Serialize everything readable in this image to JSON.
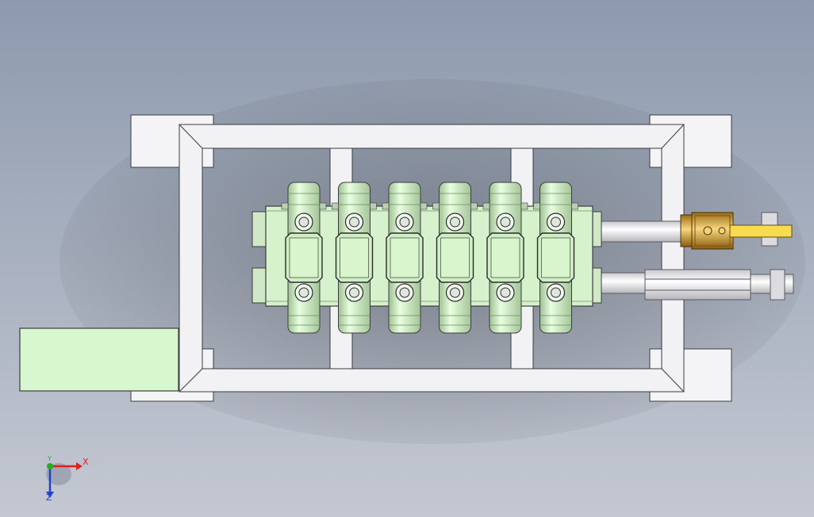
{
  "viewport": {
    "background_top": "#8d9aae",
    "background_bottom": "#c4c8d2"
  },
  "colors": {
    "frame": "#f2f2f4",
    "frame_edge": "#3c3c40",
    "valve_green": "#d6f2cc",
    "valve_green_shade": "#a8c89c",
    "pad_green": "#d7f7cf",
    "brass": "#c8962e",
    "brass_light": "#f3d27a",
    "steel": "#e6e6ea",
    "axis_x": "#e02020",
    "axis_y": "#20b020",
    "axis_z": "#2040d0"
  },
  "model": {
    "valve_section_count": 6
  },
  "triad": {
    "x_label": "X",
    "y_label": "Y",
    "z_label": "Z"
  }
}
